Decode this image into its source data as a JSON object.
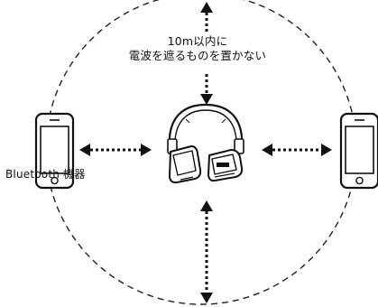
{
  "captions": {
    "range_line1": "10m以内に",
    "range_line2": "電波を遮るものを置かない",
    "device": "Bluetooth 機器"
  },
  "icons": {
    "left_device": "smartphone-icon",
    "right_device": "smartphone-icon",
    "center": "headphones-icon",
    "arrows": "dotted-double-arrow-icon"
  },
  "colors": {
    "ink": "#111111",
    "background": "#ffffff"
  }
}
